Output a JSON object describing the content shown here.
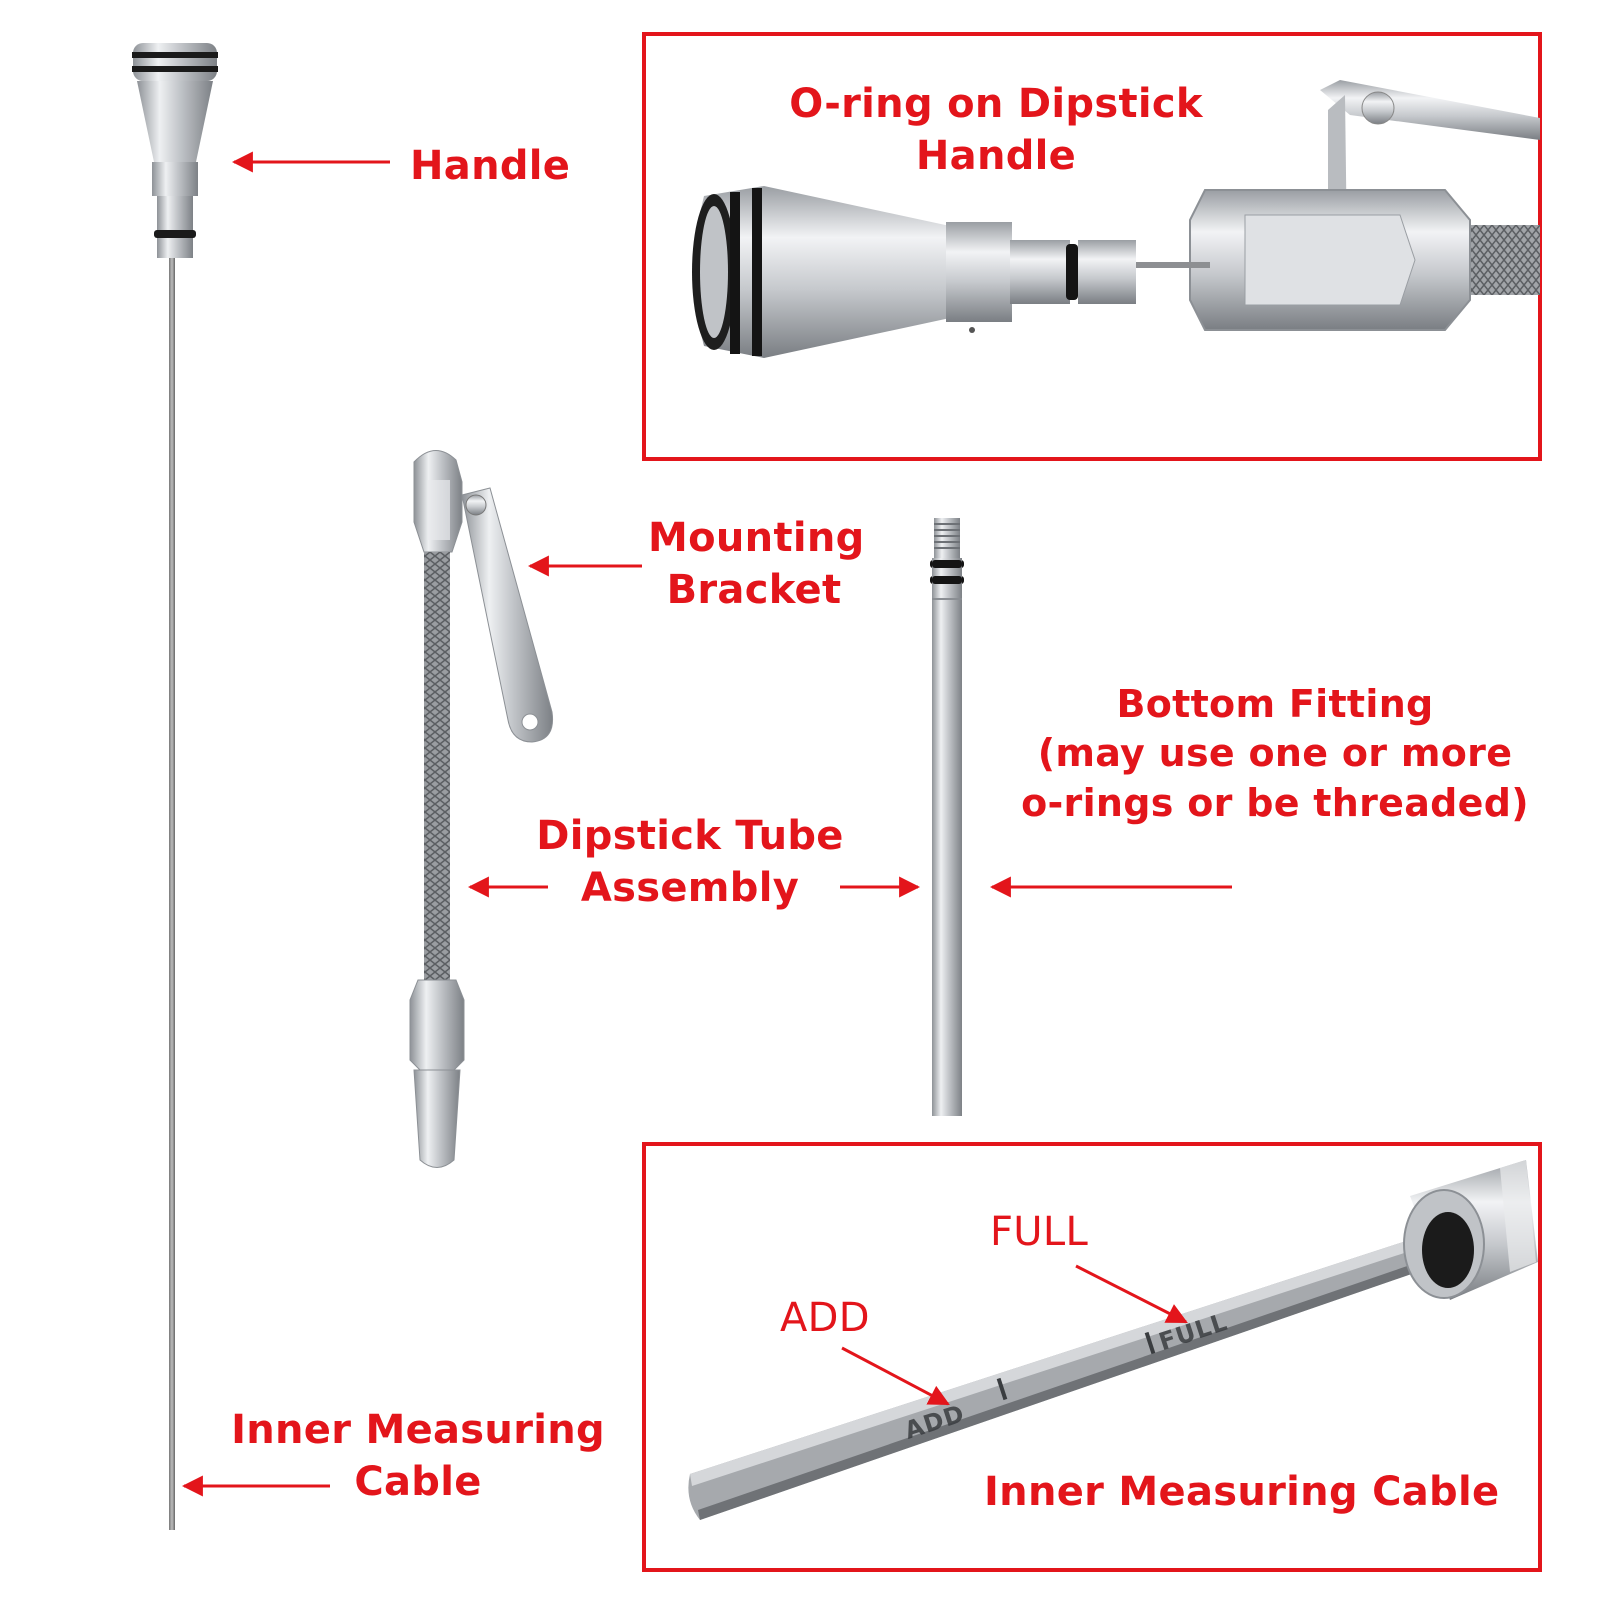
{
  "colors": {
    "accent": "#e3151b",
    "metal": "#c9ccd0",
    "orings": "#1a1a1a"
  },
  "labels": {
    "handle": "Handle",
    "oring_title_line1": "O-ring on Dipstick",
    "oring_title_line2": "Handle",
    "bracket_line1": "Mounting",
    "bracket_line2": "Bracket",
    "bottom_line1": "Bottom Fitting",
    "bottom_line2": "(may use one or more",
    "bottom_line3": "o-rings or be threaded)",
    "tube_line1": "Dipstick Tube",
    "tube_line2": "Assembly",
    "cable_line1": "Inner Measuring",
    "cable_line2": "Cable",
    "full": "FULL",
    "add": "ADD",
    "cable_detail": "Inner Measuring Cable"
  },
  "etched_marks": {
    "full": "FULL",
    "add": "ADD"
  },
  "icons": [
    "arrow-left-icon",
    "arrow-right-icon",
    "arrow-down-right-icon"
  ]
}
